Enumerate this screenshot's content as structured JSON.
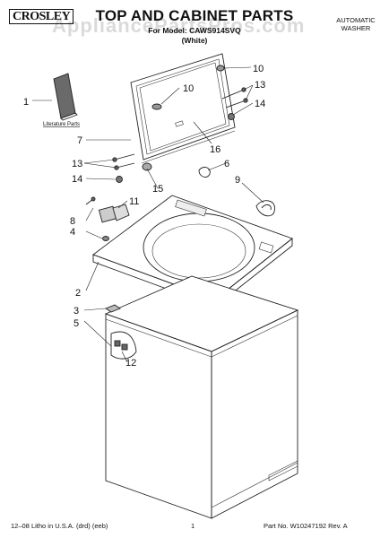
{
  "header": {
    "brand": "CROSLEY",
    "title": "TOP AND CABINET PARTS",
    "model_line": "For Model: CAWS914SVQ",
    "color_line": "(White)",
    "appliance_type": "AUTOMATIC WASHER",
    "watermark": "AppliancePartsPros.com"
  },
  "literature_label": "Literature Parts",
  "callouts": {
    "c1": "1",
    "c2": "2",
    "c3": "3",
    "c4": "4",
    "c5": "5",
    "c6": "6",
    "c7": "7",
    "c8": "8",
    "c9": "9",
    "c10a": "10",
    "c10b": "10",
    "c11": "11",
    "c12": "12",
    "c13a": "13",
    "c13b": "13",
    "c14a": "14",
    "c14b": "14",
    "c15": "15",
    "c16": "16"
  },
  "footer": {
    "litho": "12–08 Litho in U.S.A. (drd) (eeb)",
    "page": "1",
    "part_no": "Part No. W10247192 Rev. A"
  }
}
